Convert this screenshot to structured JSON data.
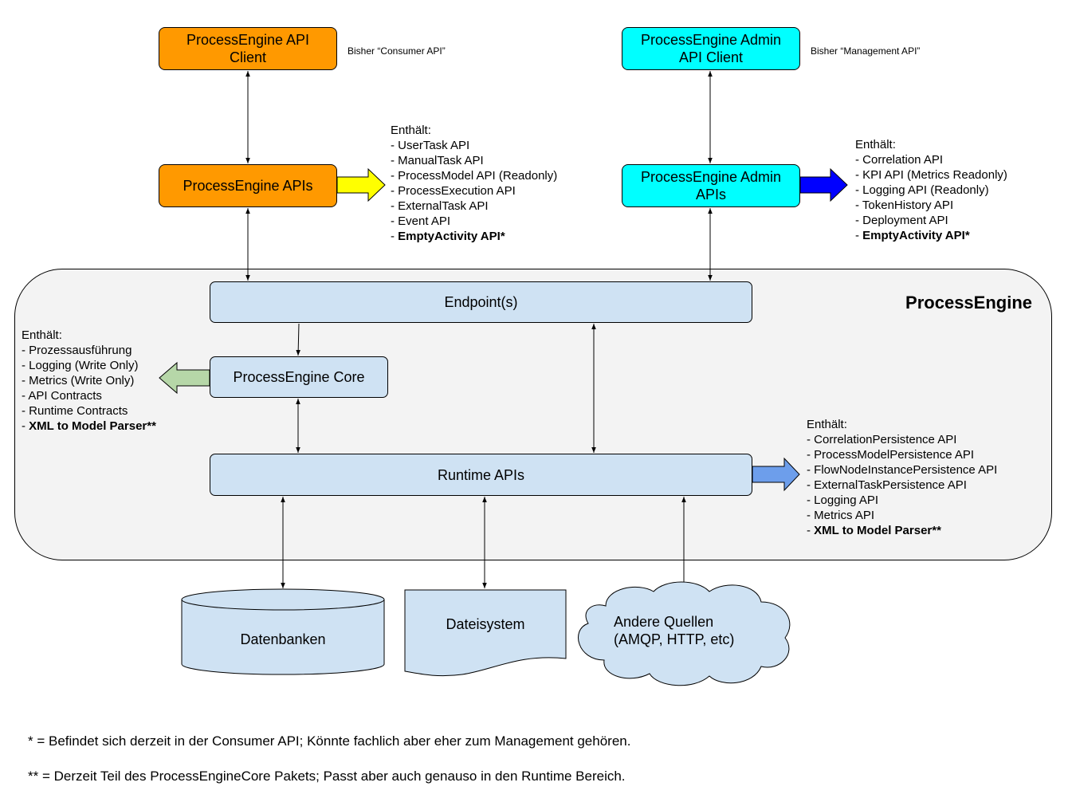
{
  "nodes": {
    "api_client": "ProcessEngine API Client",
    "admin_api_client": "ProcessEngine Admin API Client",
    "apis": "ProcessEngine APIs",
    "admin_apis": "ProcessEngine Admin APIs",
    "endpoints": "Endpoint(s)",
    "core": "ProcessEngine Core",
    "runtime_apis": "Runtime APIs",
    "process_engine": "ProcessEngine",
    "databases": "Datenbanken",
    "filesystem": "Dateisystem",
    "other_sources_line1": "Andere Quellen",
    "other_sources_line2": "(AMQP, HTTP, etc)"
  },
  "notes": {
    "consumer": "Bisher “Consumer API”",
    "management": "Bisher “Management API”"
  },
  "lists": {
    "apis": {
      "title": "Enthält:",
      "items": [
        "- UserTask API",
        "- ManualTask API",
        "- ProcessModel API (Readonly)",
        "- ProcessExecution API",
        "- ExternalTask API",
        "- Event API"
      ],
      "bold_prefix": "- ",
      "bold_item": "EmptyActivity API*"
    },
    "admin": {
      "title": "Enthält:",
      "items": [
        "- Correlation API",
        "- KPI API (Metrics Readonly)",
        "- Logging API (Readonly)",
        "- TokenHistory API",
        "- Deployment API"
      ],
      "bold_prefix": "- ",
      "bold_item": "EmptyActivity API*"
    },
    "core": {
      "title": "Enthält:",
      "items": [
        "- Prozessausführung",
        "- Logging (Write Only)",
        "- Metrics (Write Only)",
        "- API Contracts",
        "- Runtime Contracts"
      ],
      "bold_prefix": "- ",
      "bold_item": "XML to Model Parser**"
    },
    "runtime": {
      "title": "Enthält:",
      "items": [
        "- CorrelationPersistence API",
        "- ProcessModelPersistence API",
        "- FlowNodeInstancePersistence API",
        "- ExternalTaskPersistence API",
        "- Logging API",
        "- Metrics API"
      ],
      "bold_prefix": "- ",
      "bold_item": "XML to Model Parser**"
    }
  },
  "footnotes": {
    "single": "* = Befindet sich derzeit in der Consumer API; Könnte fachlich aber eher zum Management gehören.",
    "double": "** = Derzeit Teil des ProcessEngineCore Pakets; Passt aber auch genauso in den Runtime Bereich."
  },
  "colors": {
    "orange": "#ff9900",
    "cyan": "#00ffff",
    "light_blue": "#cfe2f3",
    "yellow_arrow": "#ffff00",
    "blue_arrow": "#0000ff",
    "green_arrow": "#b6d7a8",
    "cornflower_arrow": "#6d9eeb",
    "frame": "#f3f3f3"
  }
}
